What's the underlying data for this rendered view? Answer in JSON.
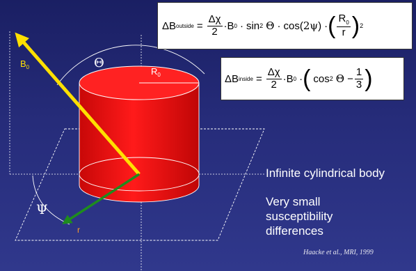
{
  "equation_outside": {
    "lhs": "ΔB",
    "lhs_sub": "outside",
    "frac_num": "Δχ",
    "frac_den": "2",
    "b0": "B",
    "b0_sub": "0",
    "sin": "sin",
    "sin_pow": "2",
    "theta": "Θ",
    "cos": "cos",
    "cos_arg": "2ψ",
    "ratio_num": "R",
    "ratio_num_sub": "0",
    "ratio_den": "r",
    "outer_pow": "2"
  },
  "equation_inside": {
    "lhs": "ΔB",
    "lhs_sub": "inside",
    "frac_num": "Δχ",
    "frac_den": "2",
    "b0": "B",
    "b0_sub": "0",
    "cos": "cos",
    "cos_pow": "2",
    "theta": "Θ",
    "minus": "−",
    "third_num": "1",
    "third_den": "3"
  },
  "labels": {
    "b0": "B",
    "b0_sub": "0",
    "theta": "Θ",
    "r0": "R",
    "r0_sub": "0",
    "psi": "Ψ",
    "r": "r"
  },
  "description_line_1": "Infinite cylindrical body",
  "description_line_2": [
    "Very small",
    "susceptibility",
    "differences"
  ],
  "citation": "Haacke et al., MRI, 1999",
  "colors": {
    "background": "#262c7a",
    "cylinder": "#ee1111",
    "b0_arrow": "#ffe000",
    "r_arrow": "#1e8c1e",
    "guides": "#ffffff"
  }
}
